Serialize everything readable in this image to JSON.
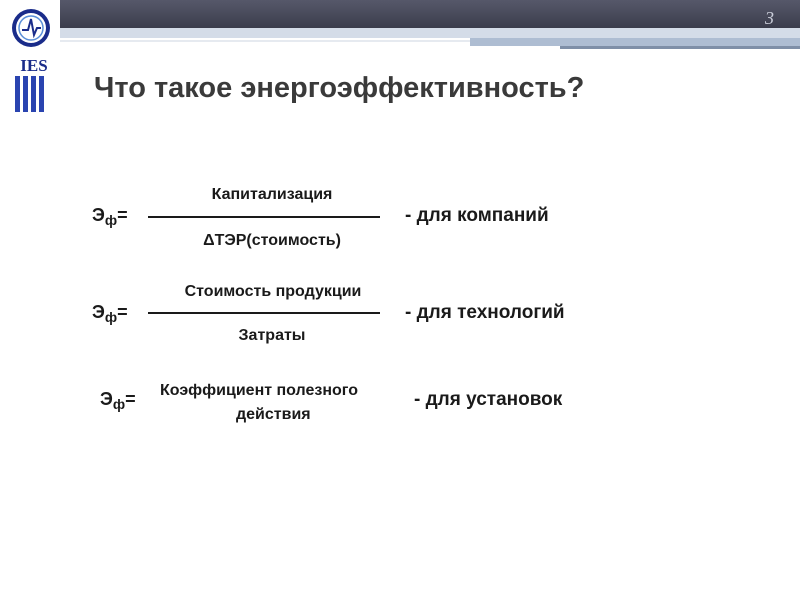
{
  "slide": {
    "page_number": "3",
    "logo_text": "IES",
    "title": "Что такое энергоэффективность?"
  },
  "formulas": [
    {
      "symbol": "Э",
      "subscript": "ф",
      "equals": "=",
      "numerator": "Капитализация",
      "denominator": "ΔТЭР(стоимость)",
      "description": "-  для компаний"
    },
    {
      "symbol": "Э",
      "subscript": "ф",
      "equals": "=",
      "numerator": "Стоимость продукции",
      "denominator": "Затраты",
      "description": "-  для технологий"
    },
    {
      "symbol": "Э",
      "subscript": "ф",
      "equals": "=",
      "text_line1": "Коэффициент полезного",
      "text_line2": "действия",
      "description": "-  для установок"
    }
  ],
  "colors": {
    "header_dark": "#3b3d4c",
    "header_light": "#d4dce8",
    "logo_blue": "#1a2c8a",
    "title_text": "#3a3a3a"
  }
}
